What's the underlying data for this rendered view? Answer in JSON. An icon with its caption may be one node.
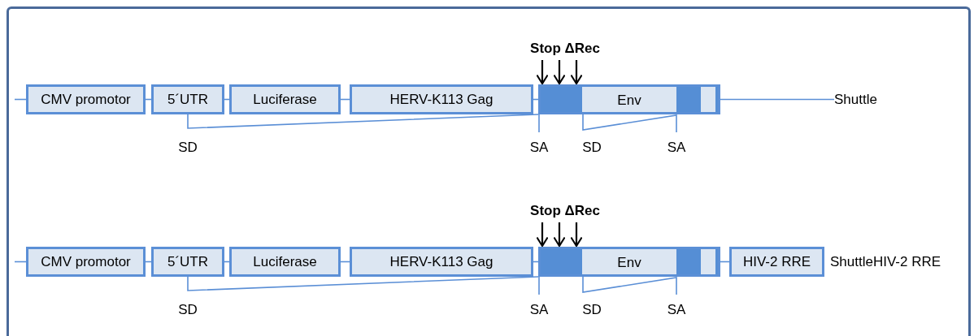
{
  "diagram": {
    "nodes": [
      {
        "text": [
          "CMV promotor"
        ]
      },
      {
        "text": [
          "5´UTR"
        ]
      },
      {
        "text": [
          "Luciferase"
        ]
      },
      {
        "text": [
          "HERV-K113 Gag"
        ]
      },
      {
        "text": [
          "Stop ΔRec"
        ]
      },
      {
        "text": [
          "Env"
        ]
      },
      {
        "text": [
          "Shuttle"
        ]
      },
      {
        "text": [
          "CMV promotor"
        ]
      },
      {
        "text": [
          "5´UTR"
        ]
      },
      {
        "text": [
          "Luciferase"
        ]
      },
      {
        "text": [
          "HERV-K113 Gag"
        ]
      },
      {
        "text": [
          "Stop ΔRec"
        ]
      },
      {
        "text": [
          "Env"
        ]
      },
      {
        "text": [
          "HIV-2 RRE"
        ]
      },
      {
        "text": [
          "ShuttleHIV-2 RRE"
        ]
      }
    ],
    "edges": [
      {
        "from": null,
        "to": 0,
        "arrow": "none"
      },
      {
        "from": 0,
        "to": 1,
        "arrow": "none"
      },
      {
        "from": 1,
        "to": 2,
        "arrow": "none"
      },
      {
        "from": 2,
        "to": 3,
        "arrow": "none"
      },
      {
        "from": 3,
        "to": 5,
        "arrow": "none"
      },
      {
        "from": 5,
        "to": 6,
        "arrow": "none"
      },
      {
        "from": 1,
        "to": 5,
        "arrow": "none"
      },
      {
        "from": 4,
        "to": 5,
        "arrow": "to",
        "color": "#000000"
      },
      {
        "from": 4,
        "to": 5,
        "arrow": "to",
        "color": "#000000"
      },
      {
        "from": 4,
        "to": 5,
        "arrow": "to",
        "color": "#000000"
      },
      {
        "from": null,
        "to": 7,
        "arrow": "none"
      },
      {
        "from": 7,
        "to": 8,
        "arrow": "none"
      },
      {
        "from": 8,
        "to": 9,
        "arrow": "none"
      },
      {
        "from": 9,
        "to": 10,
        "arrow": "none"
      },
      {
        "from": 10,
        "to": 12,
        "arrow": "none"
      },
      {
        "from": 12,
        "to": 13,
        "arrow": "none"
      },
      {
        "from": 8,
        "to": 12,
        "arrow": "none"
      },
      {
        "from": 11,
        "to": 12,
        "arrow": "to",
        "color": "#000000"
      },
      {
        "from": 11,
        "to": 12,
        "arrow": "to",
        "color": "#000000"
      },
      {
        "from": 11,
        "to": 12,
        "arrow": "to",
        "color": "#000000"
      }
    ],
    "labels": [
      "SD",
      "SA",
      "SD",
      "SA",
      "SD",
      "SA",
      "SD",
      "SA"
    ]
  }
}
